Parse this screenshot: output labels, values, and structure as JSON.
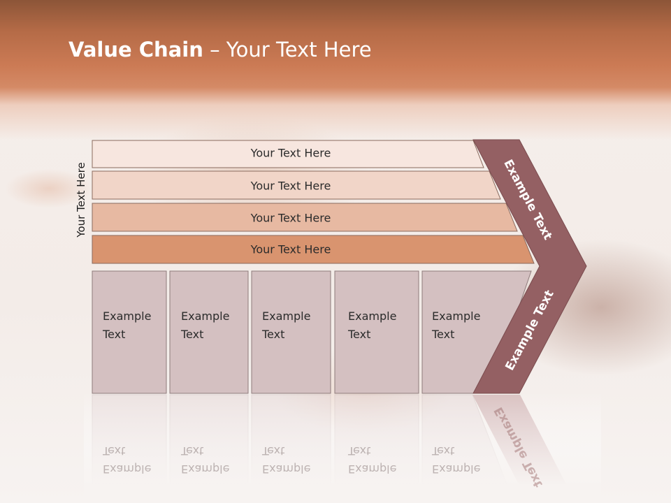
{
  "title": {
    "bold": "Value Chain",
    "rest": " – Your Text Here"
  },
  "side_label": "Your Text Here",
  "bars": [
    {
      "label": "Your Text Here",
      "fill": "#f7e6df"
    },
    {
      "label": "Your Text Here",
      "fill": "#f1d5c8"
    },
    {
      "label": "Your Text Here",
      "fill": "#e7b9a2"
    },
    {
      "label": "Your Text Here",
      "fill": "#d9946f"
    }
  ],
  "boxes": [
    {
      "label": "Example\nText"
    },
    {
      "label": "Example\nText"
    },
    {
      "label": "Example\nText"
    },
    {
      "label": "Example\nText"
    },
    {
      "label": "Example\nText"
    }
  ],
  "chevron": {
    "upper_label": "Example Text",
    "lower_label": "Example Text",
    "fill": "#946063"
  },
  "colors": {
    "box_fill": "#d4c0c1",
    "box_stroke": "#8e7b7c",
    "bar_stroke": "#8a6a5e"
  }
}
